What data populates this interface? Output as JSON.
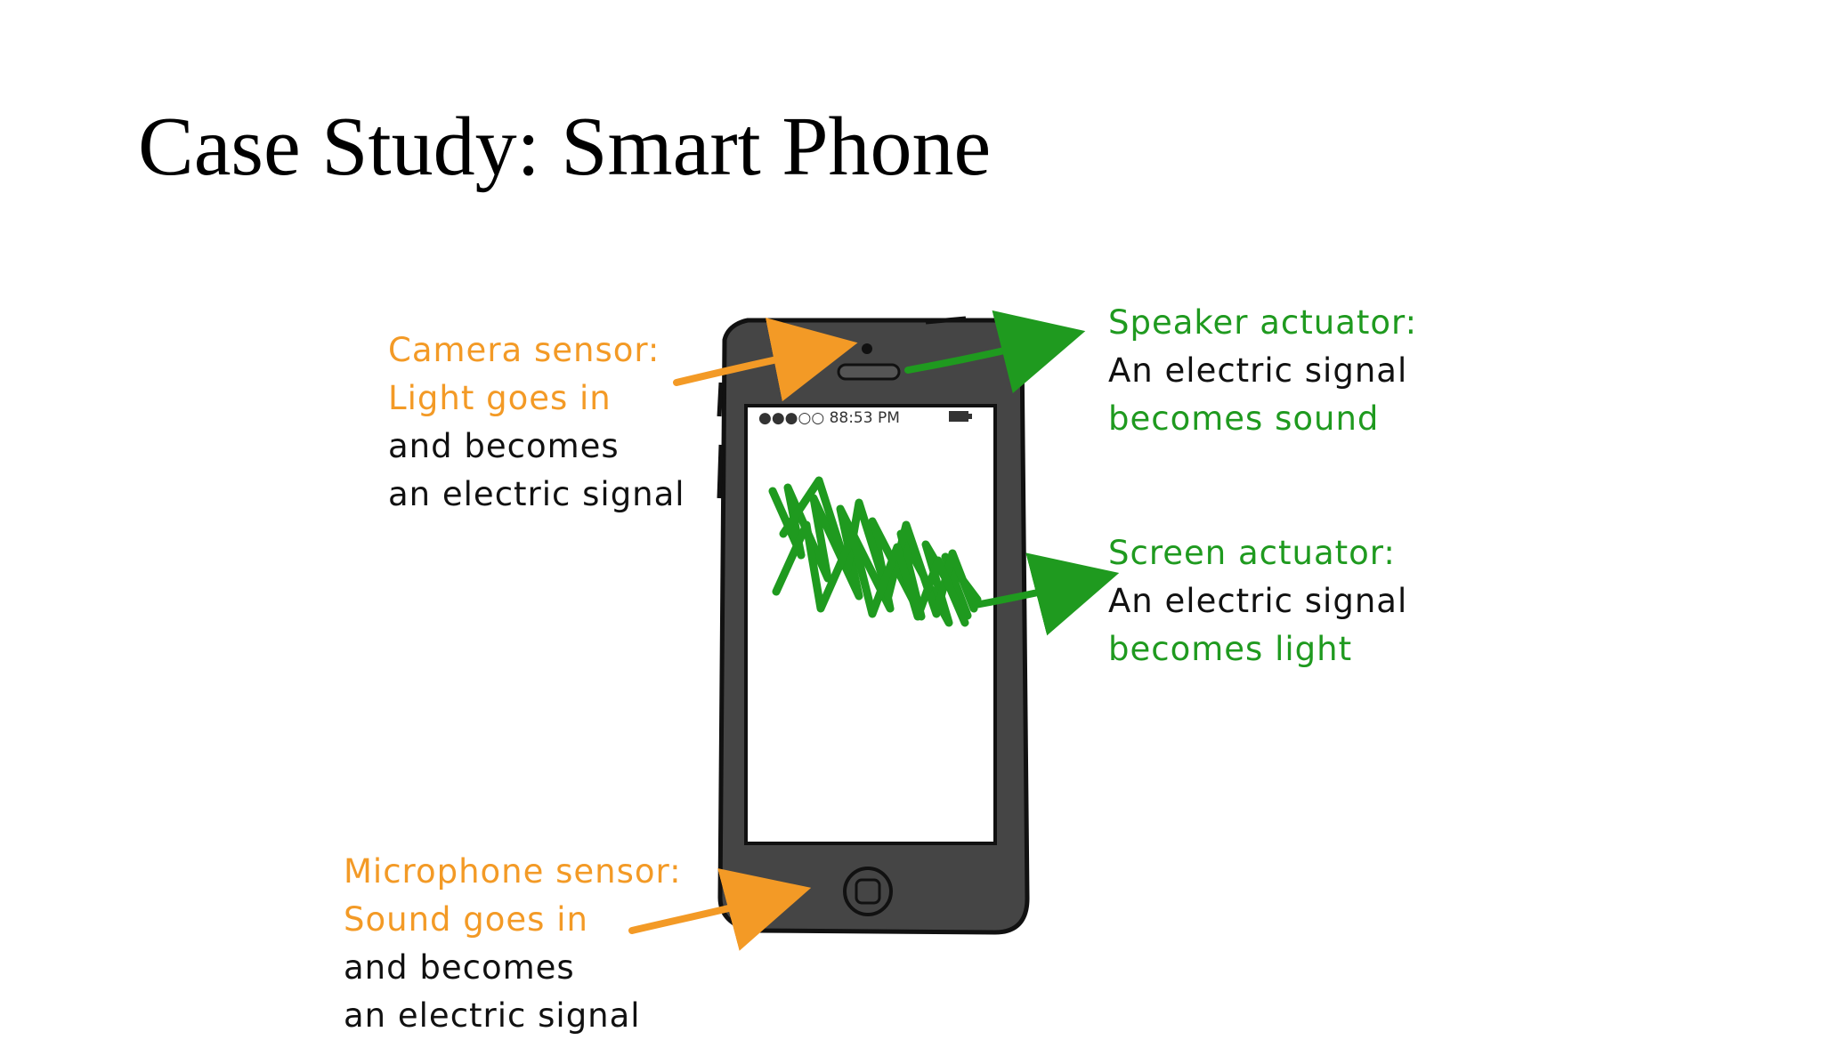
{
  "title": "Case Study: Smart Phone",
  "phone": {
    "status_bar": "●●●○○ 88:53 PM"
  },
  "labels": {
    "camera": {
      "heading": "Camera sensor:",
      "line1": "Light goes in",
      "line2": "and becomes",
      "line3": "an electric signal"
    },
    "microphone": {
      "heading": "Microphone sensor:",
      "line1": "Sound goes in",
      "line2": "and becomes",
      "line3": "an electric signal"
    },
    "speaker": {
      "heading": "Speaker actuator:",
      "line1": "An electric signal",
      "line2": "becomes sound"
    },
    "screen": {
      "heading": "Screen actuator:",
      "line1": "An electric signal",
      "line2": "becomes light"
    }
  },
  "colors": {
    "sensor": "#f39a26",
    "actuator": "#1f9a1f",
    "phone_body": "#454545",
    "scribble": "#1f9a1f"
  }
}
